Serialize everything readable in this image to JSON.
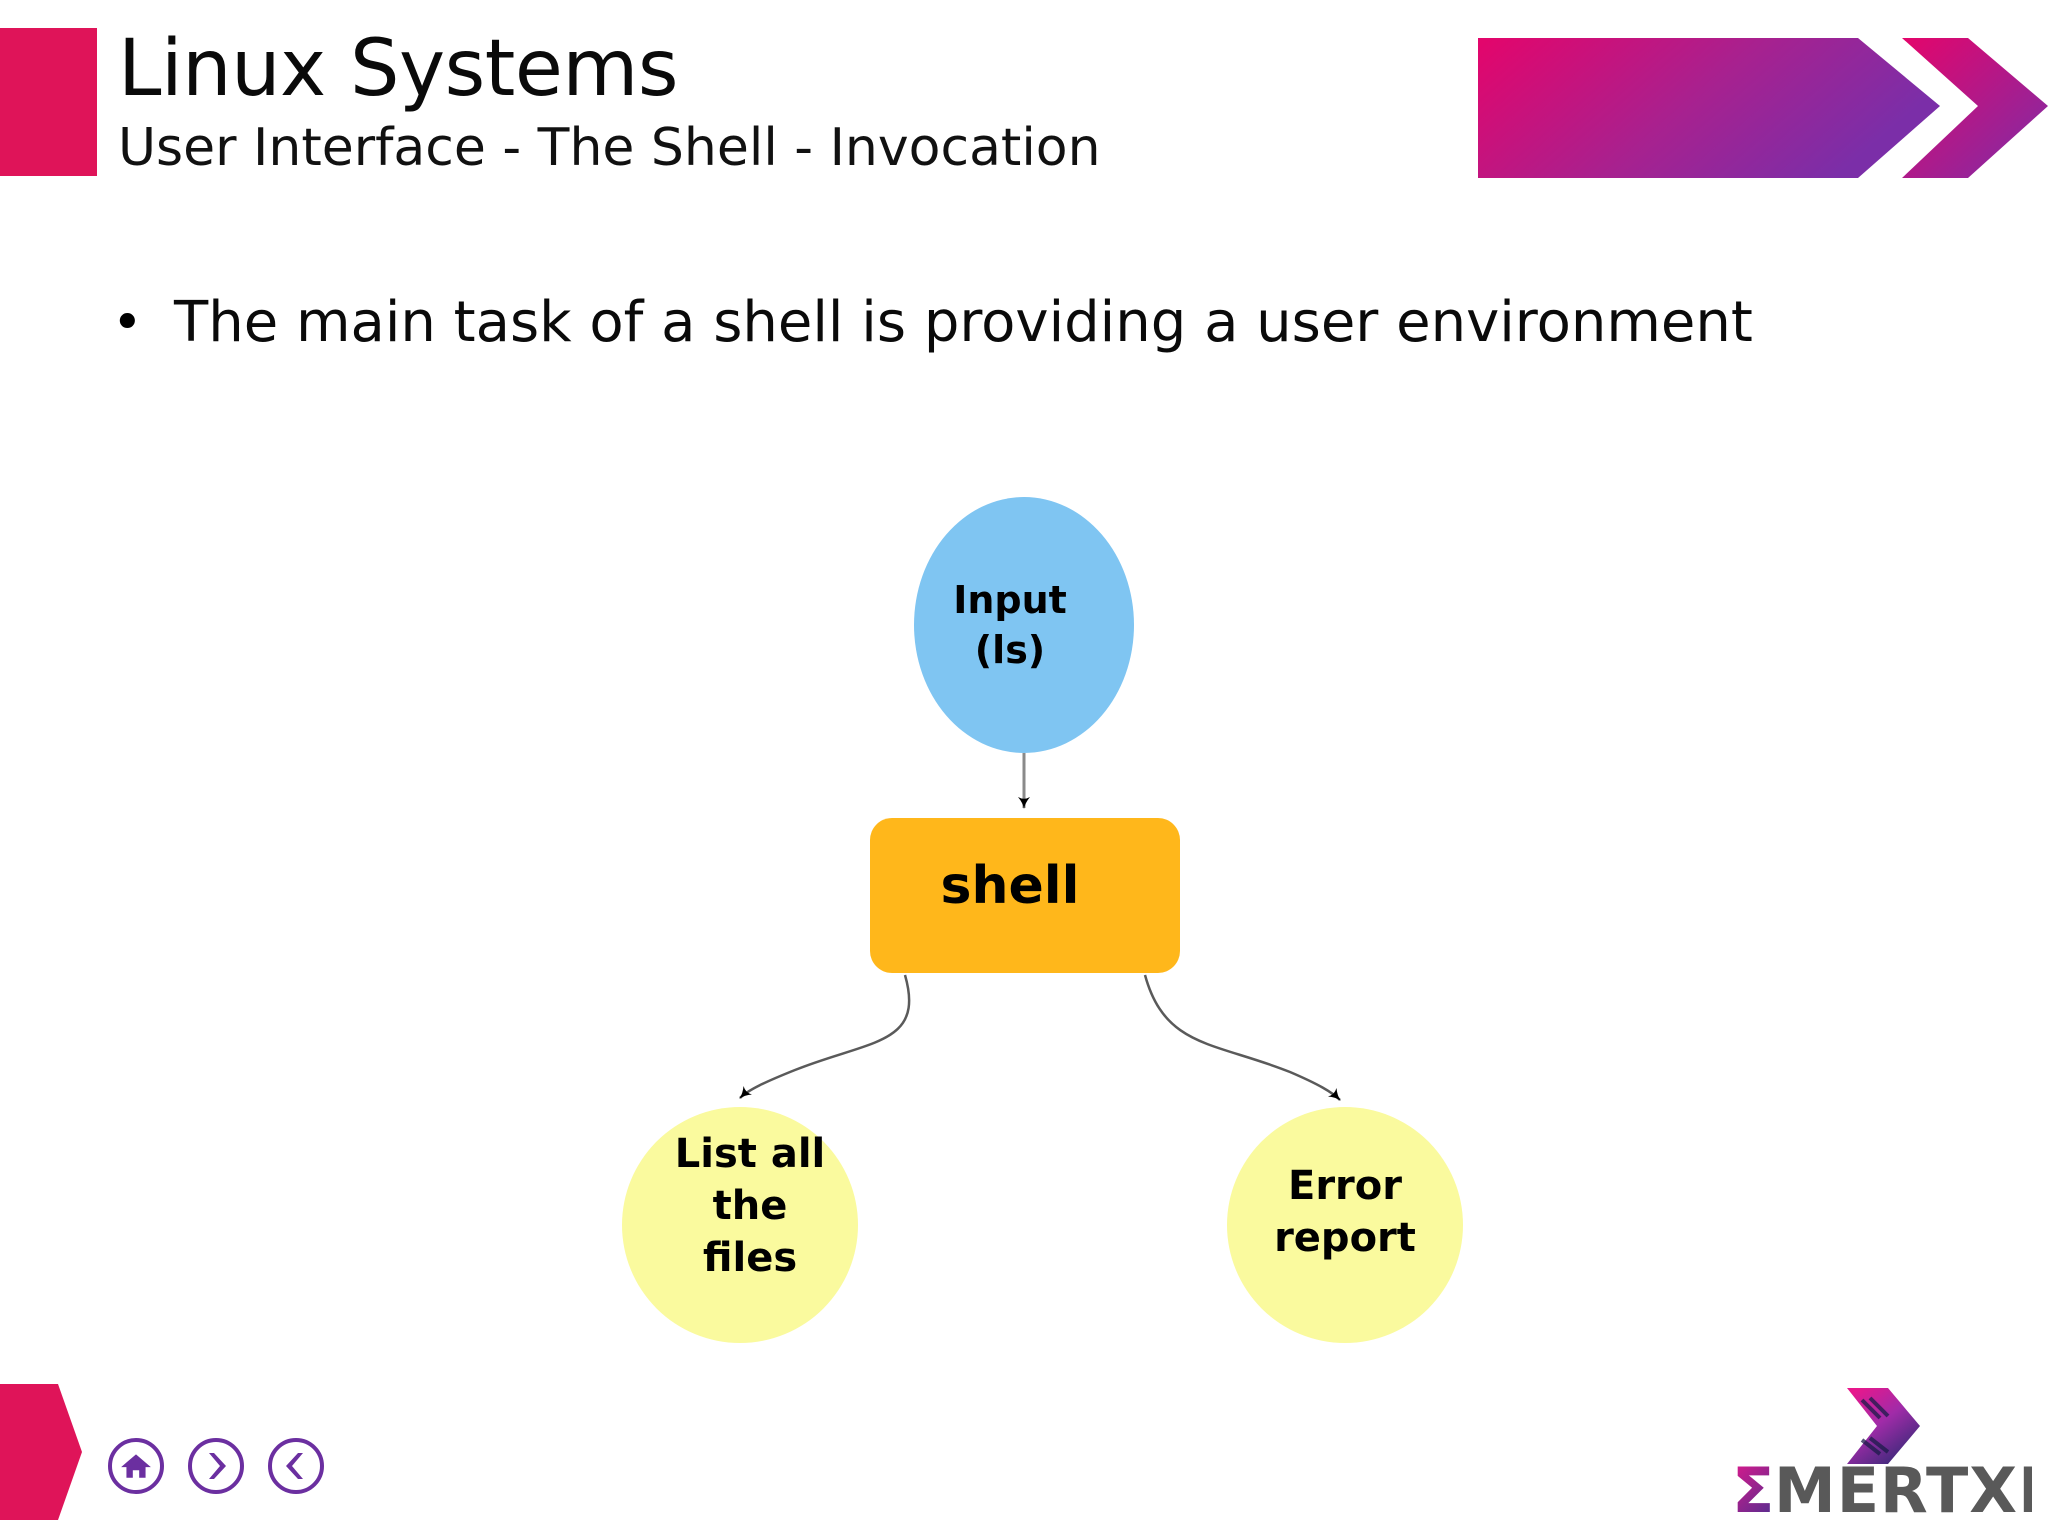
{
  "slide": {
    "title": "Linux Systems",
    "subtitle": "User Interface - The Shell - Invocation",
    "bullet_marker": "•",
    "bullet_text": "The main task of a shell is providing a user environment"
  },
  "diagram": {
    "type": "flowchart",
    "nodes": [
      {
        "id": "input",
        "shape": "ellipse",
        "label_lines": [
          "Input",
          "(ls)"
        ],
        "label": "Input\n(ls)",
        "fill": "#7FC5F2",
        "text_color": "#000000"
      },
      {
        "id": "shell",
        "shape": "rounded-rectangle",
        "label_lines": [
          "shell"
        ],
        "label": "shell",
        "fill": "#FFB71B",
        "text_color": "#000000"
      },
      {
        "id": "list_files",
        "shape": "ellipse",
        "label_lines": [
          "List all",
          "the",
          "files"
        ],
        "label": "List all the files",
        "fill": "#FAFA9E",
        "text_color": "#000000"
      },
      {
        "id": "error_report",
        "shape": "ellipse",
        "label_lines": [
          "Error",
          "report"
        ],
        "label": "Error report",
        "fill": "#FAFA9E",
        "text_color": "#000000"
      }
    ],
    "edges": [
      {
        "from": "input",
        "to": "shell",
        "style": "straight-arrow"
      },
      {
        "from": "shell",
        "to": "list_files",
        "style": "curved-arrow"
      },
      {
        "from": "shell",
        "to": "error_report",
        "style": "curved-arrow"
      }
    ],
    "edge_color": "#6b6b6b",
    "arrowhead_color": "#000000"
  },
  "footer": {
    "nav": [
      {
        "name": "home",
        "icon": "home-icon"
      },
      {
        "name": "next",
        "icon": "chevron-right-icon"
      },
      {
        "name": "previous",
        "icon": "chevron-left-icon"
      }
    ],
    "logo": {
      "sigma": "Σ",
      "wordmark": "MERTXE"
    }
  },
  "colors": {
    "accent_pink": "#DF1459",
    "accent_purple": "#6B2FA0",
    "banner_gradient_start": "#E4056B",
    "banner_gradient_end": "#7B2EA8",
    "node_blue": "#7FC5F2",
    "node_orange": "#FFB71B",
    "node_yellow": "#FAFA9E",
    "logo_gray": "#595959"
  }
}
